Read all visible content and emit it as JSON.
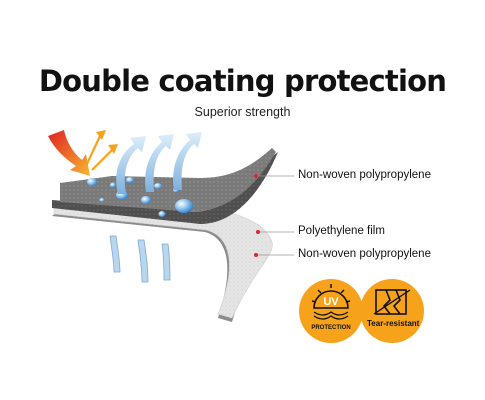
{
  "header": {
    "title": "Double coating protection",
    "subtitle": "Superior strength"
  },
  "layers": [
    {
      "label": "Non-woven polypropylene"
    },
    {
      "label": "Polyethylene film"
    },
    {
      "label": "Non-woven polypropylene"
    }
  ],
  "badges": {
    "uv": {
      "icon_text": "UV",
      "label": "PROTECTION",
      "icon": "sun-uv-icon"
    },
    "tear": {
      "label": "Tear-resistant",
      "icon": "tear-resistant-icon"
    }
  },
  "colors": {
    "badge": "#f7a21b",
    "arrow_heat": "#f28a1e",
    "arrow_water": "#9ec6e8",
    "fabric_dark": "#6f6f6f",
    "fabric_light": "#dadada",
    "connector": "#e0242a"
  }
}
